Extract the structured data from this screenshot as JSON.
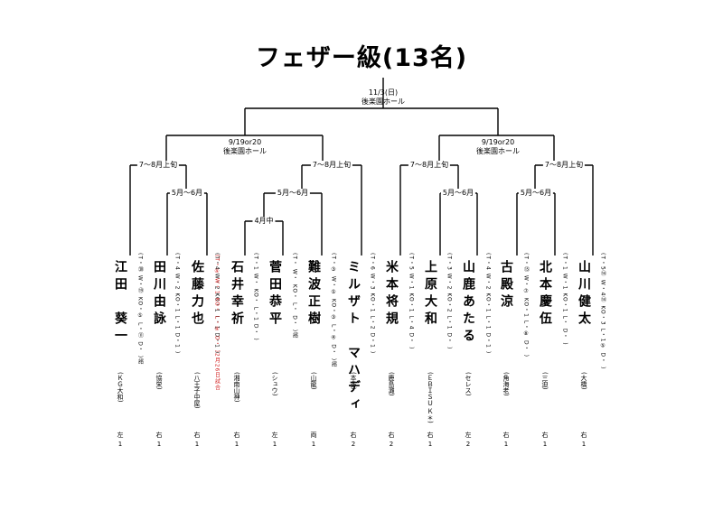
{
  "title": "フェザー級(13名)",
  "rounds": {
    "final": {
      "date": "11/3(日)",
      "venue": "後楽園ホール"
    },
    "semi_left": {
      "date": "9/19or20",
      "venue": "後楽園ホール"
    },
    "semi_right": {
      "date": "9/19or20",
      "venue": "後楽園ホール"
    },
    "qf1": "7〜8月上旬",
    "qf2": "7〜8月上旬",
    "qf3": "7〜8月上旬",
    "qf4": "7〜8月上旬",
    "r2_a": "5月〜6月",
    "r2_b": "5月〜6月",
    "r2_c": "5月〜6月",
    "r2_d": "5月〜6月",
    "r1": "4月中"
  },
  "fighters": [
    {
      "name": "江田　葵一",
      "gym": "(ＫＧ大和)",
      "record": "(T・㉚ W・⑲ KO・⑤ L・⑪ D・ )諮",
      "stance": [
        "左",
        "1"
      ]
    },
    {
      "name": "田川由詠",
      "gym": "(協栄)",
      "record": "(T・4 W・2 KO・1 L・1 D・1 )",
      "stance": [
        "右",
        "1"
      ]
    },
    {
      "name": "佐藤力也",
      "gym": "(八王子中屋)",
      "record": "(T・4 W・2 KO・1 L・1 D・1 )",
      "stance": [
        "右",
        "1"
      ]
    },
    {
      "name": "石井幸祈",
      "gym": "(湘南山神)",
      "record": "(T・④ W・1 KO・ L・④ D・ )2月26日試合",
      "stance": [
        "右",
        "1"
      ],
      "red": true
    },
    {
      "name": "菅田恭平",
      "gym": "(シュウ)",
      "record": "(T・1 W・ KO・ L・1 D・ )",
      "stance": [
        "左",
        "1"
      ]
    },
    {
      "name": "難波正樹",
      "gym": "(山龍)",
      "record": "(T・ W・ KO・ L・ D・ )諮",
      "stance": [
        "両",
        "1"
      ]
    },
    {
      "name": "ミルザト　マハディ",
      "gym": "(本多)",
      "record": "(T・③ W・⑤ KO・③ L・④ D・ )諮",
      "stance": [
        "右",
        "2"
      ]
    },
    {
      "name": "米本将規",
      "gym": "(鹿島灘)",
      "record": "(T・6 W・3 KO・1 L・2 D・1 )",
      "stance": [
        "右",
        "2"
      ]
    },
    {
      "name": "上原大和",
      "gym": "(ＥＢＩＳＵ Ｋ＊)",
      "record": "(T・5 W・1 KO・1 L・4 D・ )",
      "stance": [
        "右",
        "1"
      ]
    },
    {
      "name": "山鹿あたる",
      "gym": "(セレス)",
      "record": "(T・3 W・2 KO・2 L・1 D・ )",
      "stance": [
        "左",
        "2"
      ]
    },
    {
      "name": "古殿涼",
      "gym": "(角海老)",
      "record": "(T・4 W・2 KO・1 L・1 D・1 )",
      "stance": [
        "右",
        "1"
      ]
    },
    {
      "name": "北本慶伍",
      "gym": "(三迫)",
      "record": "(T・⑮ W・⑦ KO・1 L・⑧ D・ )",
      "stance": [
        "右",
        "1"
      ]
    },
    {
      "name": "山川健太",
      "gym": "(大橋)",
      "record": "(T・1 W・1 KO・1 L・ D・ )",
      "stance": [
        "右",
        "1"
      ]
    },
    {
      "name": "",
      "gym": "",
      "record": "(T・5⑭ W・4⑭ KO・3 L・1⑤ D・ )",
      "stance": [
        "右",
        "2"
      ]
    }
  ]
}
